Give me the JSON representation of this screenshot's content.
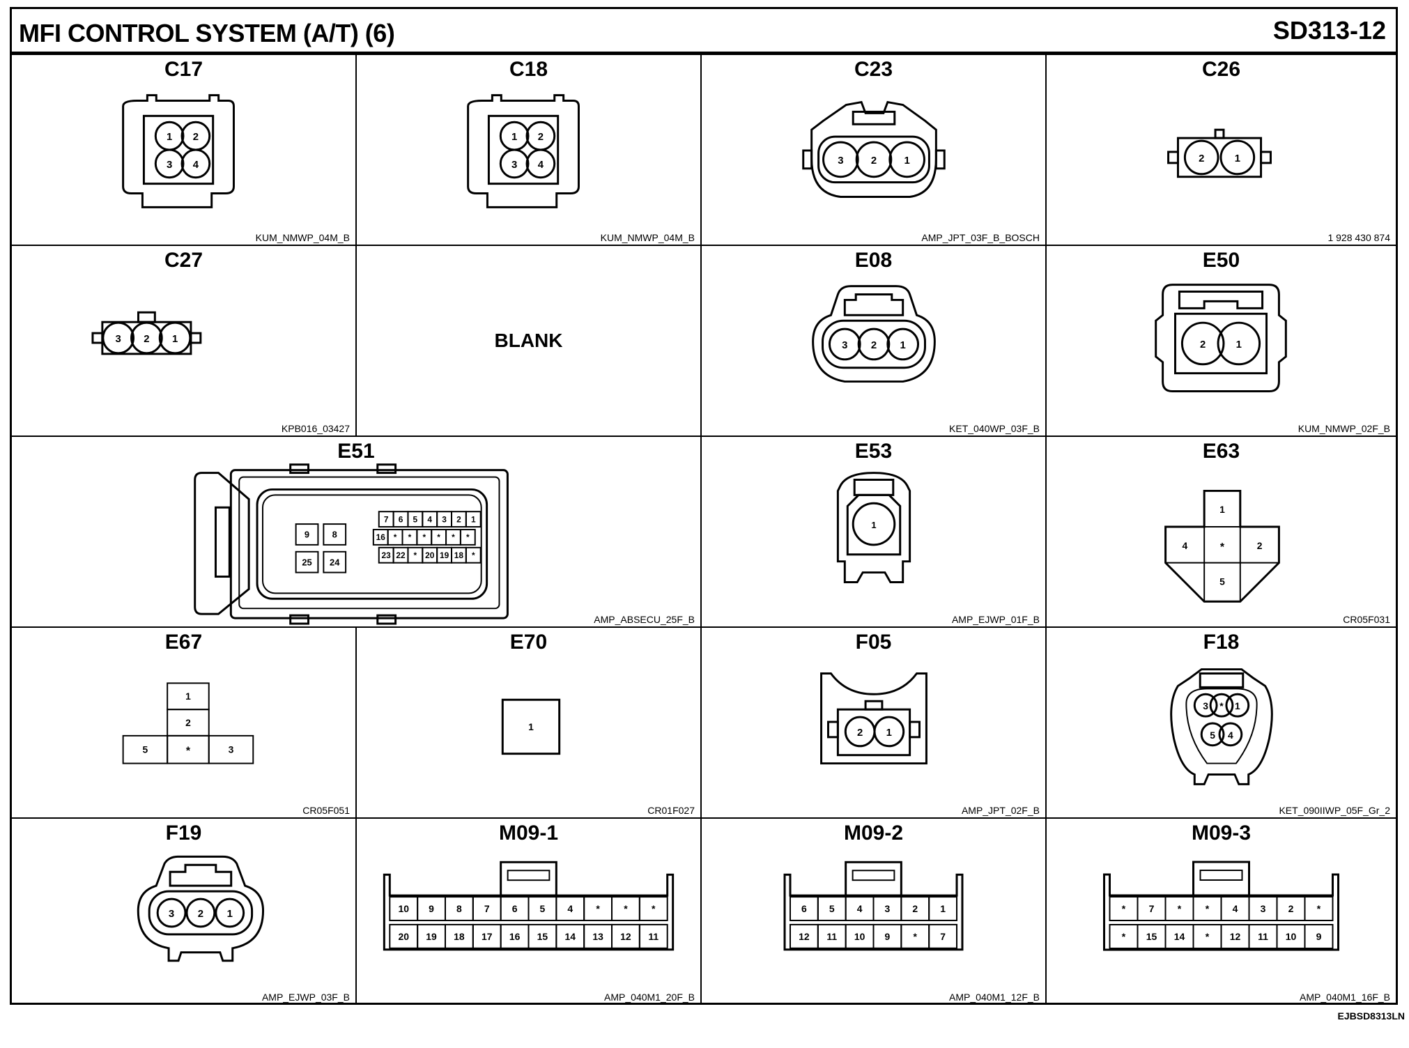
{
  "header": {
    "title": "MFI CONTROL SYSTEM (A/T) (6)",
    "code": "SD313-12"
  },
  "cells": {
    "c17": {
      "name": "C17",
      "part": "KUM_NMWP_04M_B",
      "pins": [
        "1",
        "2",
        "3",
        "4"
      ]
    },
    "c18": {
      "name": "C18",
      "part": "KUM_NMWP_04M_B",
      "pins": [
        "1",
        "2",
        "3",
        "4"
      ]
    },
    "c23": {
      "name": "C23",
      "part": "AMP_JPT_03F_B_BOSCH",
      "pins": [
        "3",
        "2",
        "1"
      ]
    },
    "c26": {
      "name": "C26",
      "part": "1 928 430 874",
      "pins": [
        "2",
        "1"
      ]
    },
    "c27": {
      "name": "C27",
      "part": "KPB016_03427",
      "pins": [
        "3",
        "2",
        "1"
      ]
    },
    "blank": {
      "label": "BLANK"
    },
    "e08": {
      "name": "E08",
      "part": "KET_040WP_03F_B",
      "pins": [
        "3",
        "2",
        "1"
      ]
    },
    "e50": {
      "name": "E50",
      "part": "KUM_NMWP_02F_B",
      "pins": [
        "2",
        "1"
      ]
    },
    "e51": {
      "name": "E51",
      "part": "AMP_ABSECU_25F_B",
      "big_top": [
        "9",
        "8"
      ],
      "big_bottom": [
        "25",
        "24"
      ],
      "row1": [
        "7",
        "6",
        "5",
        "4",
        "3",
        "2",
        "1"
      ],
      "row2": [
        "16",
        "*",
        "*",
        "*",
        "*",
        "*",
        "*"
      ],
      "row3": [
        "23",
        "22",
        "*",
        "20",
        "19",
        "18",
        "*"
      ]
    },
    "e53": {
      "name": "E53",
      "part": "AMP_EJWP_01F_B",
      "pins": [
        "1"
      ]
    },
    "e63": {
      "name": "E63",
      "part": "CR05F031",
      "pins": [
        "1",
        "4",
        "*",
        "2",
        "5"
      ]
    },
    "e67": {
      "name": "E67",
      "part": "CR05F051",
      "pins": [
        "1",
        "2",
        "5",
        "*",
        "3"
      ]
    },
    "e70": {
      "name": "E70",
      "part": "CR01F027",
      "pins": [
        "1"
      ]
    },
    "f05": {
      "name": "F05",
      "part": "AMP_JPT_02F_B",
      "pins": [
        "2",
        "1"
      ]
    },
    "f18": {
      "name": "F18",
      "part": "KET_090IIWP_05F_Gr_2",
      "pins": [
        "3",
        "*",
        "1",
        "5",
        "4"
      ]
    },
    "f19": {
      "name": "F19",
      "part": "AMP_EJWP_03F_B",
      "pins": [
        "3",
        "2",
        "1"
      ]
    },
    "m091": {
      "name": "M09-1",
      "part": "AMP_040M1_20F_B",
      "top": [
        "10",
        "9",
        "8",
        "7",
        "6",
        "5",
        "4",
        "*",
        "*",
        "*"
      ],
      "bottom": [
        "20",
        "19",
        "18",
        "17",
        "16",
        "15",
        "14",
        "13",
        "12",
        "11"
      ]
    },
    "m092": {
      "name": "M09-2",
      "part": "AMP_040M1_12F_B",
      "top": [
        "6",
        "5",
        "4",
        "3",
        "2",
        "1"
      ],
      "bottom": [
        "12",
        "11",
        "10",
        "9",
        "*",
        "7"
      ]
    },
    "m093": {
      "name": "M09-3",
      "part": "AMP_040M1_16F_B",
      "top": [
        "*",
        "7",
        "*",
        "*",
        "4",
        "3",
        "2",
        "*"
      ],
      "bottom": [
        "*",
        "15",
        "14",
        "*",
        "12",
        "11",
        "10",
        "9"
      ]
    }
  },
  "footer": {
    "reference": "EJBSD8313LN"
  }
}
